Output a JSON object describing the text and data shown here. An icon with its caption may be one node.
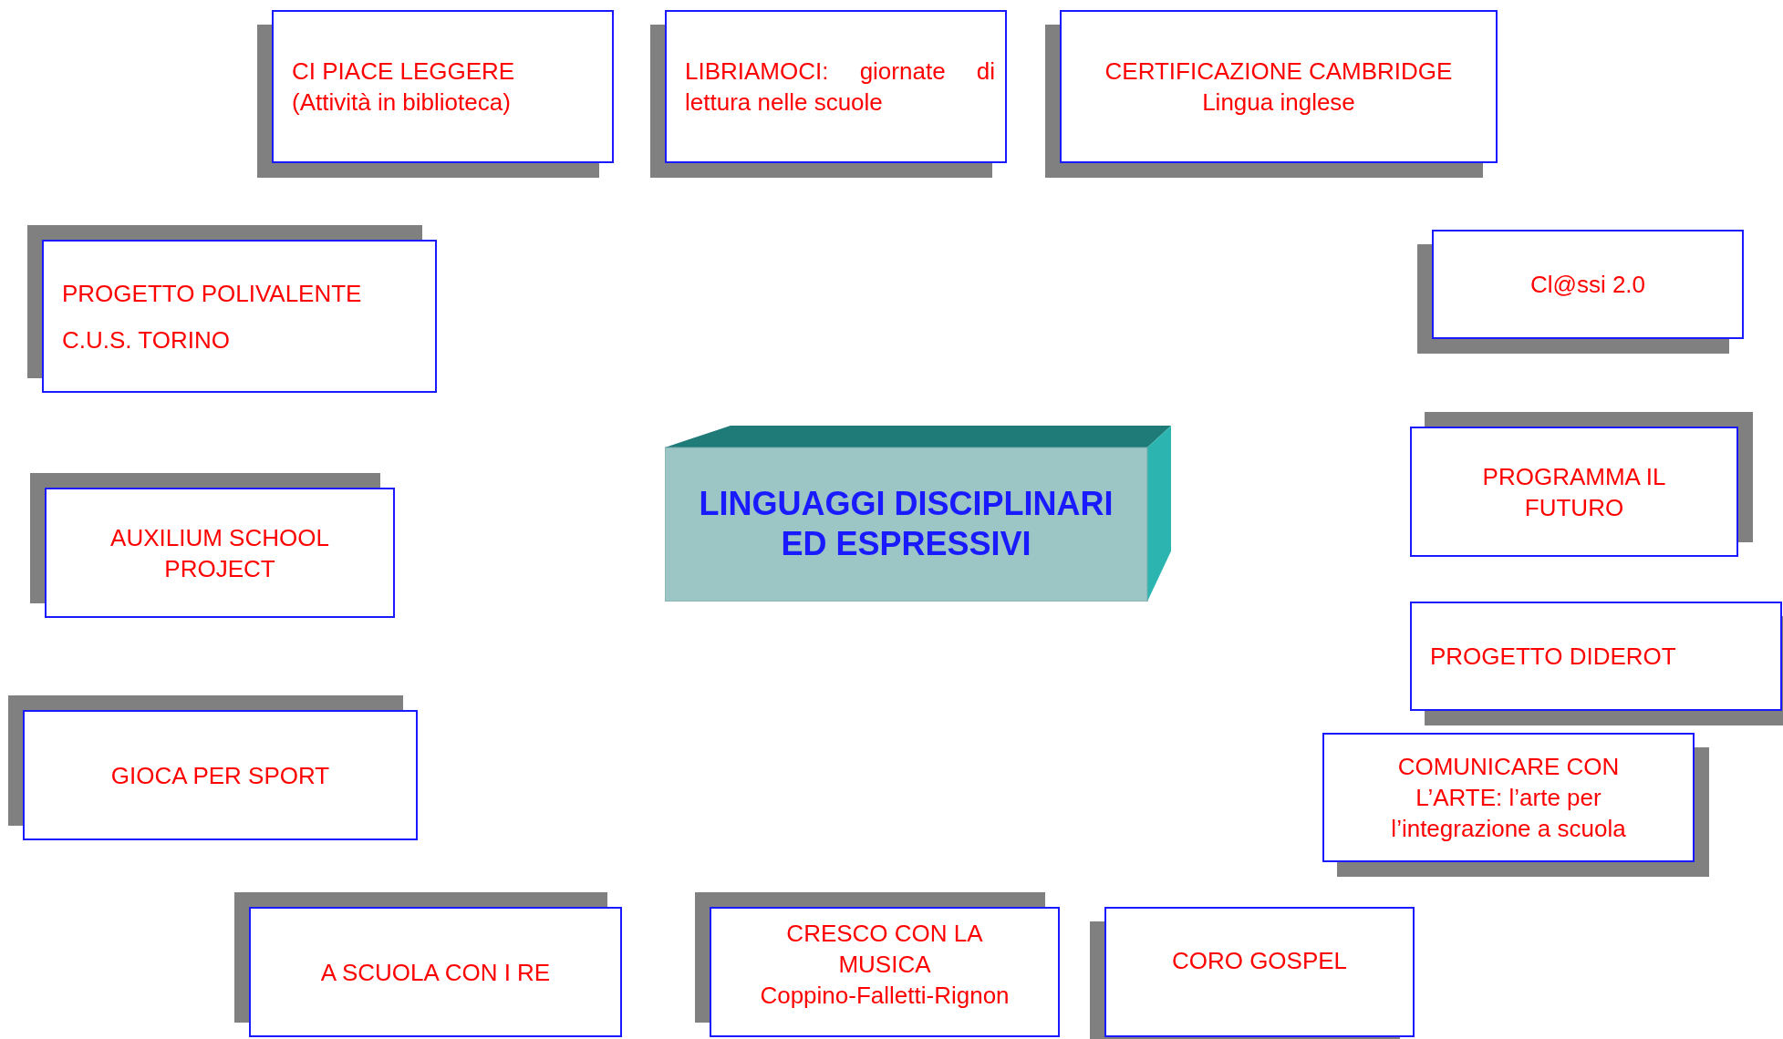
{
  "diagram": {
    "nodes": [
      {
        "text": [
          "CI PIACE LEGGERE",
          "(Attività in biblioteca)"
        ]
      },
      {
        "text": [
          "LIBRIAMOCI: giornate di lettura nelle scuole"
        ]
      },
      {
        "text": [
          "CERTIFICAZIONE CAMBRIDGE",
          "Lingua inglese"
        ]
      },
      {
        "text": [
          "PROGETTO POLIVALENTE",
          "C.U.S. TORINO"
        ]
      },
      {
        "text": [
          "Cl@ssi 2.0"
        ]
      },
      {
        "text": [
          "LINGUAGGI DISCIPLINARI ED ESPRESSIVI"
        ]
      },
      {
        "text": [
          "PROGRAMMA IL FUTURO"
        ]
      },
      {
        "text": [
          "AUXILIUM SCHOOL PROJECT"
        ]
      },
      {
        "text": [
          "PROGETTO DIDEROT"
        ]
      },
      {
        "text": [
          "GIOCA PER SPORT"
        ]
      },
      {
        "text": [
          "COMUNICARE CON L’ARTE: l’arte per l’integrazione a scuola"
        ]
      },
      {
        "text": [
          "A SCUOLA CON I RE"
        ]
      },
      {
        "text": [
          "CRESCO CON LA MUSICA",
          "Coppino-Falletti-Rignon"
        ]
      },
      {
        "text": [
          "CORO GOSPEL"
        ]
      }
    ]
  }
}
